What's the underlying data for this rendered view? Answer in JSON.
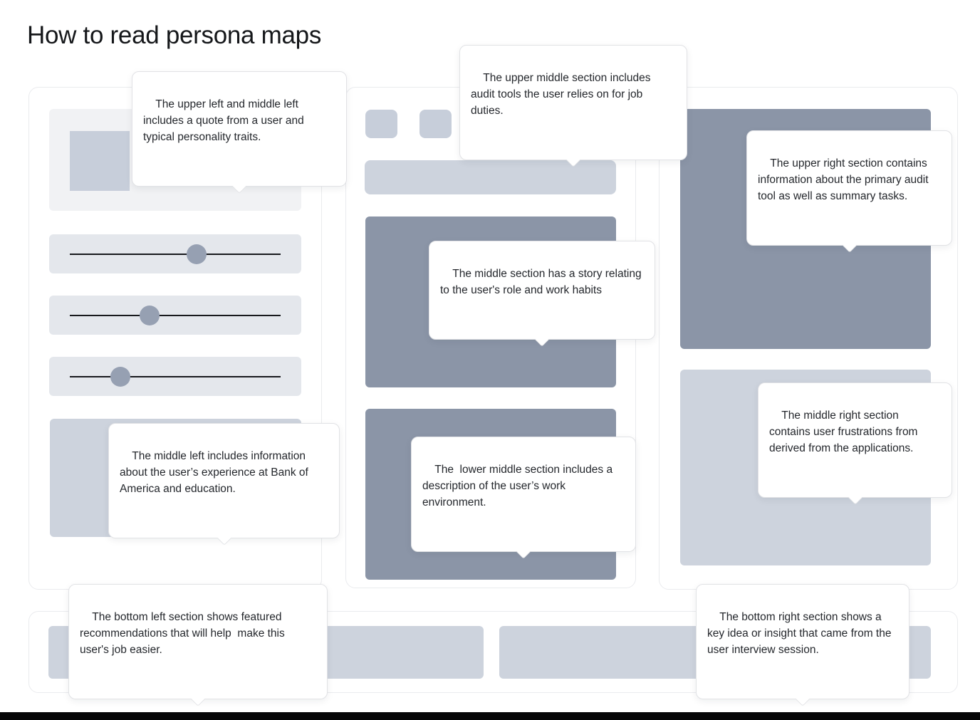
{
  "title": "How to read persona maps",
  "colors": {
    "dark_block": "#8B95A7",
    "light_block": "#CDD3DD",
    "tile_block": "#C7CEDA",
    "quote_box": "#F1F2F4",
    "slider_row": "#E4E7EC",
    "slider_handle": "#96A0B2",
    "slider_line": "#17191D",
    "panel_border": "#EAEBEE",
    "callout_border": "#E1E2E5",
    "callout_text": "#24272C",
    "title_text": "#15171A",
    "footer_bar": "#060607"
  },
  "sliders": [
    {
      "value_pct": 60
    },
    {
      "value_pct": 38
    },
    {
      "value_pct": 24
    }
  ],
  "callouts": {
    "upper_left": "The upper left and middle left includes a quote from a user and typical personality traits.",
    "upper_middle": "The upper middle section includes audit tools the user relies on for job duties.",
    "upper_right": "The upper right section contains information about the primary audit tool as well as summary tasks.",
    "middle": "The middle section has a story relating to the user's role and work habits",
    "middle_right": "The middle right section contains user frustrations from derived from the applications.",
    "middle_left": "The middle left includes information about the user’s experience at Bank of America and education.",
    "lower_middle": "The  lower middle section includes a description of the user’s work environment.",
    "bottom_left": "The bottom left section shows featured recommendations that will help  make this user's job easier.",
    "bottom_right": "The bottom right section shows a key idea or insight that came from the user interview session."
  }
}
